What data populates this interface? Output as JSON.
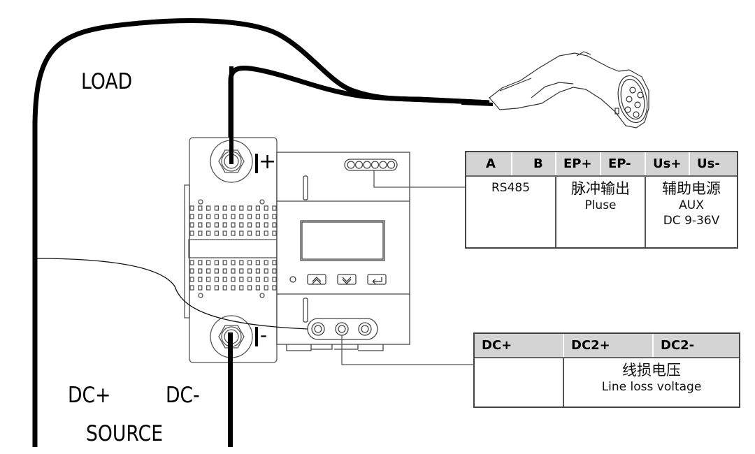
{
  "labels": {
    "load": "LOAD",
    "dc_plus": "DC+",
    "dc_minus": "DC-",
    "source": "SOURCE",
    "terminal_plus": "I+",
    "terminal_minus": "I-"
  },
  "comm_table": {
    "headers": [
      "A",
      "B",
      "EP+",
      "EP-",
      "Us+",
      "Us-"
    ],
    "groups": [
      {
        "cn": "",
        "en": [
          "RS485"
        ]
      },
      {
        "cn": "脉冲输出",
        "en": [
          "Pluse"
        ]
      },
      {
        "cn": "辅助电源",
        "en": [
          "AUX",
          "DC 9-36V"
        ]
      }
    ]
  },
  "voltage_table": {
    "headers": [
      "DC+",
      "DC2+",
      "DC2-"
    ],
    "groups": [
      {
        "cn": "",
        "en": [
          ""
        ]
      },
      {
        "cn": "线损电压",
        "en": [
          "Line loss voltage"
        ]
      }
    ]
  },
  "colors": {
    "header_bg": "#d4d4d4",
    "cable": "#000000",
    "outline": "#555555"
  }
}
